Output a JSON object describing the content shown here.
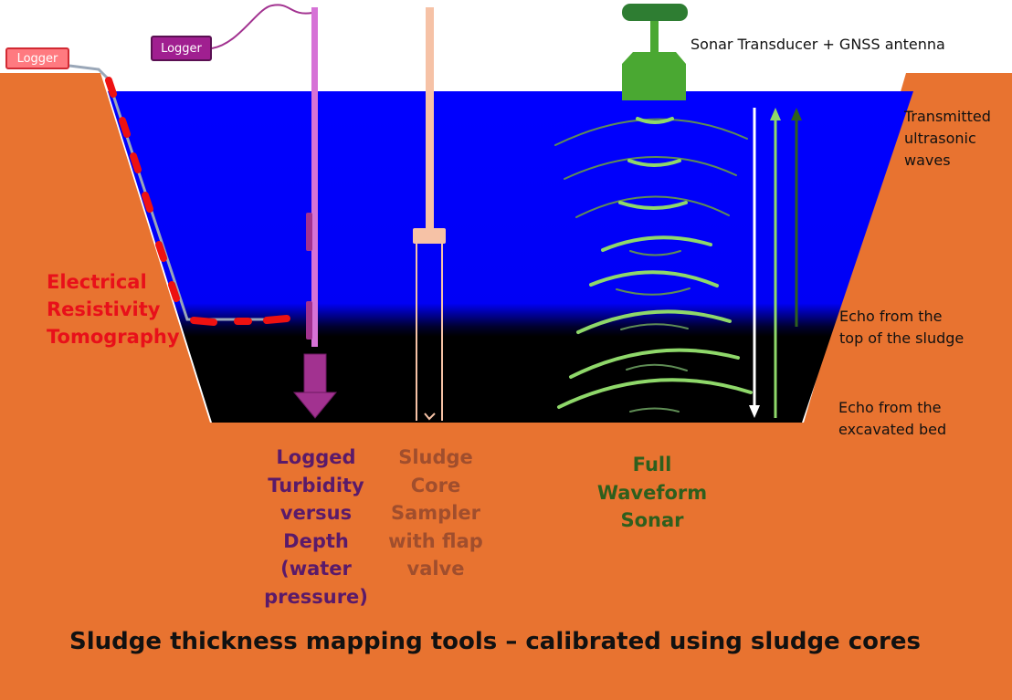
{
  "labels": {
    "logger_ert": "Logger",
    "logger_turbidity": "Logger",
    "ert": [
      "Electrical",
      "Resistivity",
      "Tomography"
    ],
    "turbidity": [
      "Logged",
      "Turbidity",
      "versus",
      "Depth",
      "(water",
      "pressure)"
    ],
    "core_sampler": [
      "Sludge",
      "Core",
      "Sampler",
      "with flap",
      "valve"
    ],
    "sonar": [
      "Full",
      "Waveform",
      "Sonar"
    ],
    "transducer": "Sonar Transducer + GNSS antenna",
    "transmitted": [
      "Transmitted",
      "ultrasonic",
      "waves"
    ],
    "echo_top": [
      "Echo from the",
      "top of the sludge"
    ],
    "echo_bed": [
      "Echo from the",
      "excavated bed"
    ],
    "footer": "Sludge thickness mapping tools – calibrated using sludge cores"
  },
  "colors": {
    "ground": "#e87330",
    "water": "#0000ff",
    "sludge": "#000000",
    "ert_red": "#e8101a",
    "turbidity_purple": "#a23290",
    "probe_pink": "#d672d6",
    "core_peach": "#f6c2a6",
    "sonar_green": "#4aa832",
    "wave_green": "#8fd86a",
    "echo_dark_green": "#2e5f1d"
  },
  "icons": [
    "logger-box",
    "turbidity-probe",
    "core-sampler-tube",
    "sonar-transducer",
    "gnss-antenna",
    "down-arrow"
  ]
}
